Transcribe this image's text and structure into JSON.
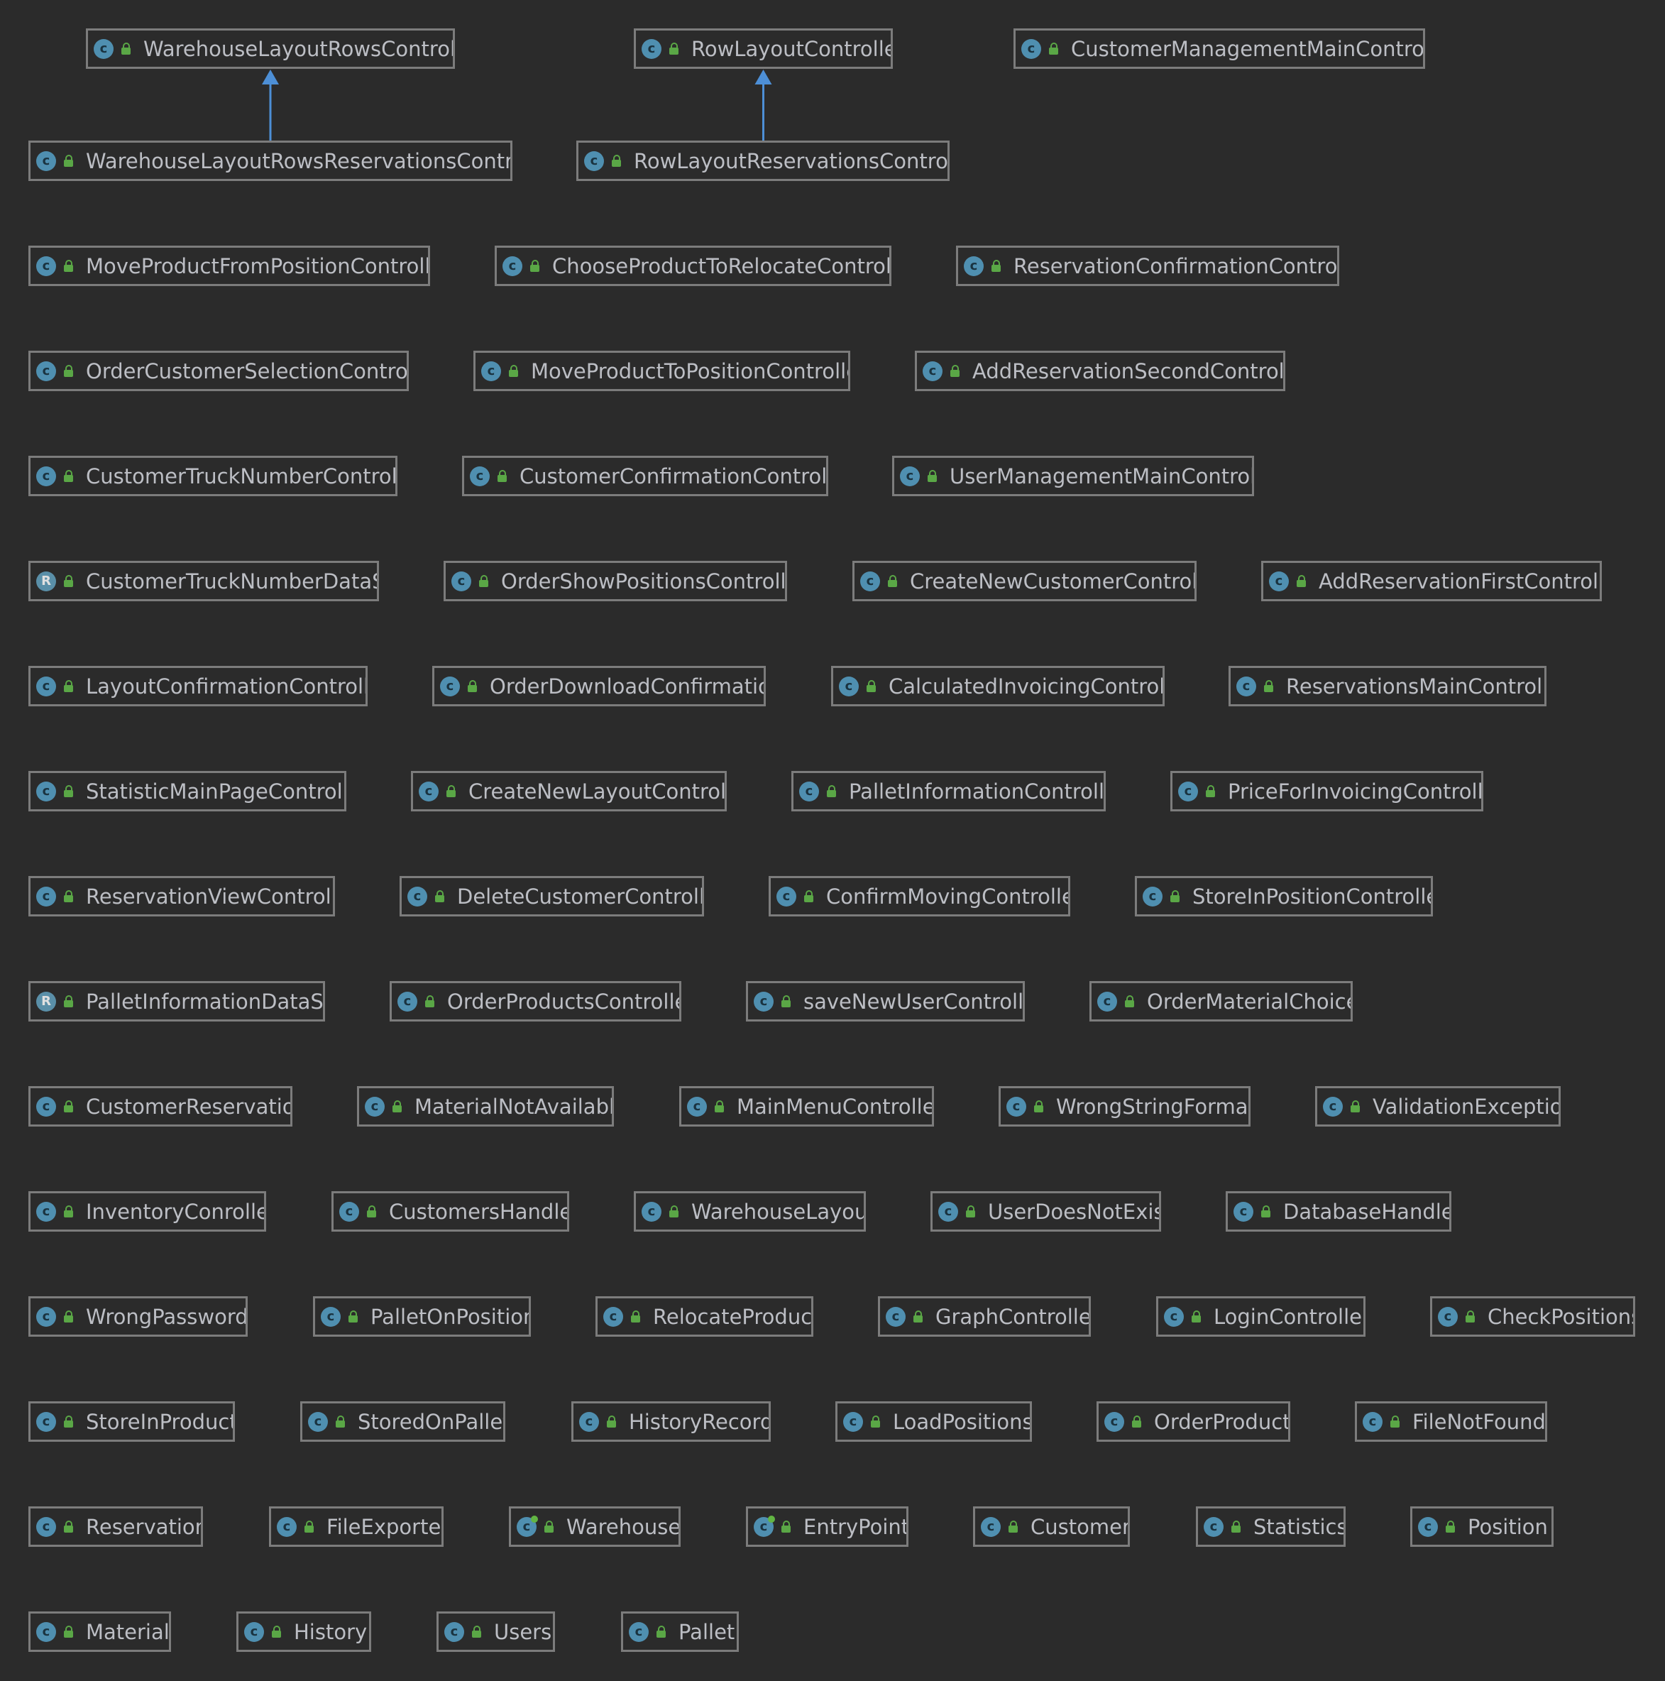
{
  "colors": {
    "background": "#2b2b2b",
    "node_border": "#7c7c7c",
    "node_text": "#bcbec4",
    "class_icon": "#4f8fb0",
    "visibility_icon": "#5aa746",
    "inheritance_arrow": "#4d8fd6"
  },
  "icons": {
    "class": "class-c-icon",
    "record": "record-r-icon",
    "main_class": "class-with-main-icon",
    "visibility": "public-lock-icon"
  },
  "nodes": [
    {
      "label": "WarehouseLayoutRowsControlle",
      "kind": "class"
    },
    {
      "label": "RowLayoutController",
      "kind": "class"
    },
    {
      "label": "CustomerManagementMainControlle",
      "kind": "class"
    },
    {
      "label": "WarehouseLayoutRowsReservationsControlle",
      "kind": "class"
    },
    {
      "label": "RowLayoutReservationsControlle",
      "kind": "class"
    },
    {
      "label": "MoveProductFromPositionControlle",
      "kind": "class"
    },
    {
      "label": "ChooseProductToRelocateControlle",
      "kind": "class"
    },
    {
      "label": "ReservationConfirmationControlle",
      "kind": "class"
    },
    {
      "label": "OrderCustomerSelectionControlle",
      "kind": "class"
    },
    {
      "label": "MoveProductToPositionControlle",
      "kind": "class"
    },
    {
      "label": "AddReservationSecondControlle",
      "kind": "class"
    },
    {
      "label": "CustomerTruckNumberControlle",
      "kind": "class"
    },
    {
      "label": "CustomerConfirmationControlle",
      "kind": "class"
    },
    {
      "label": "UserManagementMainControlle",
      "kind": "class"
    },
    {
      "label": "CustomerTruckNumberDataSet",
      "kind": "record"
    },
    {
      "label": "OrderShowPositionsControlle",
      "kind": "class"
    },
    {
      "label": "CreateNewCustomerControlle",
      "kind": "class"
    },
    {
      "label": "AddReservationFirstControlle",
      "kind": "class"
    },
    {
      "label": "LayoutConfirmationControlle",
      "kind": "class"
    },
    {
      "label": "OrderDownloadConfirmation",
      "kind": "class"
    },
    {
      "label": "CalculatedInvoicingControlle",
      "kind": "class"
    },
    {
      "label": "ReservationsMainControlle",
      "kind": "class"
    },
    {
      "label": "StatisticMainPageControlle",
      "kind": "class"
    },
    {
      "label": "CreateNewLayoutControlle",
      "kind": "class"
    },
    {
      "label": "PalletInformationControlle",
      "kind": "class"
    },
    {
      "label": "PriceForInvoicingControlle",
      "kind": "class"
    },
    {
      "label": "ReservationViewControlle",
      "kind": "class"
    },
    {
      "label": "DeleteCustomerControlle",
      "kind": "class"
    },
    {
      "label": "ConfirmMovingController",
      "kind": "class"
    },
    {
      "label": "StoreInPositionController",
      "kind": "class"
    },
    {
      "label": "PalletInformationDataSet",
      "kind": "record"
    },
    {
      "label": "OrderProductsController",
      "kind": "class"
    },
    {
      "label": "saveNewUserController",
      "kind": "class"
    },
    {
      "label": "OrderMaterialChoices",
      "kind": "class"
    },
    {
      "label": "CustomerReservation",
      "kind": "class"
    },
    {
      "label": "MaterialNotAvailable",
      "kind": "class"
    },
    {
      "label": "MainMenuController",
      "kind": "class"
    },
    {
      "label": "WrongStringFormat",
      "kind": "class"
    },
    {
      "label": "ValidationException",
      "kind": "class"
    },
    {
      "label": "InventoryConroller",
      "kind": "class"
    },
    {
      "label": "CustomersHandler",
      "kind": "class"
    },
    {
      "label": "WarehouseLayout",
      "kind": "class"
    },
    {
      "label": "UserDoesNotExist",
      "kind": "class"
    },
    {
      "label": "DatabaseHandler",
      "kind": "class"
    },
    {
      "label": "WrongPassword",
      "kind": "class"
    },
    {
      "label": "PalletOnPosition",
      "kind": "class"
    },
    {
      "label": "RelocateProduct",
      "kind": "class"
    },
    {
      "label": "GraphController",
      "kind": "class"
    },
    {
      "label": "LoginController",
      "kind": "class"
    },
    {
      "label": "CheckPositions",
      "kind": "class"
    },
    {
      "label": "StoreInProduct",
      "kind": "class"
    },
    {
      "label": "StoredOnPallet",
      "kind": "class"
    },
    {
      "label": "HistoryRecord",
      "kind": "class"
    },
    {
      "label": "LoadPositions",
      "kind": "class"
    },
    {
      "label": "OrderProduct",
      "kind": "class"
    },
    {
      "label": "FileNotFound",
      "kind": "class"
    },
    {
      "label": "Reservation",
      "kind": "class"
    },
    {
      "label": "FileExporter",
      "kind": "class"
    },
    {
      "label": "Warehouse",
      "kind": "main"
    },
    {
      "label": "EntryPoint",
      "kind": "main"
    },
    {
      "label": "Customer",
      "kind": "class"
    },
    {
      "label": "Statistics",
      "kind": "class"
    },
    {
      "label": "Position",
      "kind": "class"
    },
    {
      "label": "Material",
      "kind": "class"
    },
    {
      "label": "History",
      "kind": "class"
    },
    {
      "label": "Users",
      "kind": "class"
    },
    {
      "label": "Pallet",
      "kind": "class"
    }
  ],
  "edges": [
    {
      "type": "inheritance",
      "from": "WarehouseLayoutRowsReservationsControlle",
      "to": "WarehouseLayoutRowsControlle"
    },
    {
      "type": "inheritance",
      "from": "RowLayoutReservationsControlle",
      "to": "RowLayoutController"
    }
  ]
}
